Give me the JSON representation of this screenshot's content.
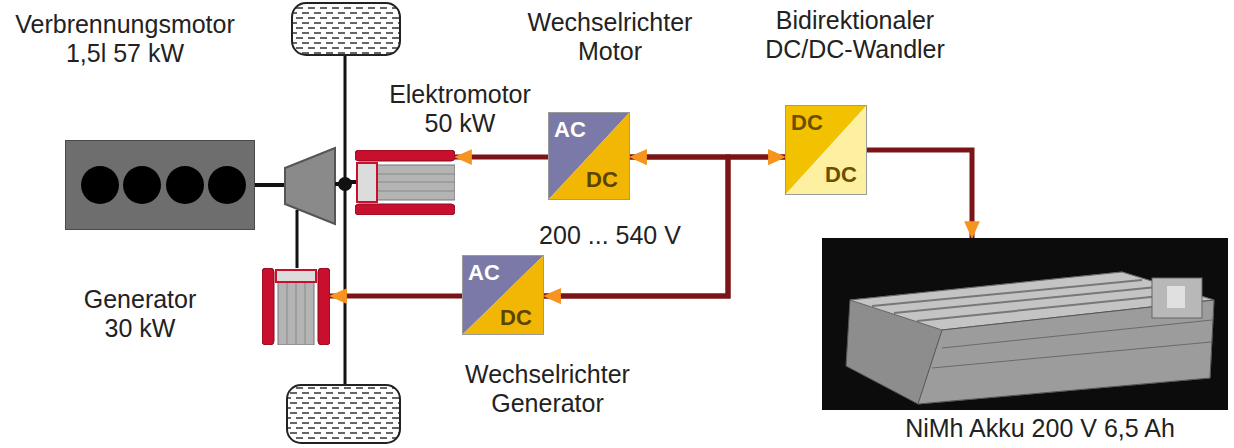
{
  "diagram": {
    "nodes": [
      {
        "text": [
          "Verbrennungsmotor 1,5l 57 kW"
        ]
      },
      {
        "text": [
          "Elektromotor 50 kW"
        ]
      },
      {
        "text": [
          "Wechselrichter Motor",
          "AC",
          "DC"
        ]
      },
      {
        "text": [
          "Bidirektionaler DC/DC-Wandler",
          "DC",
          "DC"
        ]
      },
      {
        "text": [
          "Generator 30 kW"
        ]
      },
      {
        "text": [
          "AC",
          "DC",
          "Wechselrichter Generator"
        ]
      },
      {
        "text": [
          "NiMh Akku 200 V 6,5 Ah"
        ]
      }
    ],
    "edges": [
      {
        "from": 2,
        "to": 1,
        "arrow": "to"
      },
      {
        "from": 2,
        "to": 3,
        "arrow": "both"
      },
      {
        "from": 3,
        "to": 6,
        "arrow": "to"
      },
      {
        "from": 5,
        "to": 4,
        "arrow": "to"
      },
      {
        "from": 5,
        "to": 2,
        "arrow": "both"
      },
      {
        "from": 5,
        "to": 3,
        "arrow": "both"
      }
    ],
    "labels": [
      "200 ... 540 V"
    ]
  }
}
